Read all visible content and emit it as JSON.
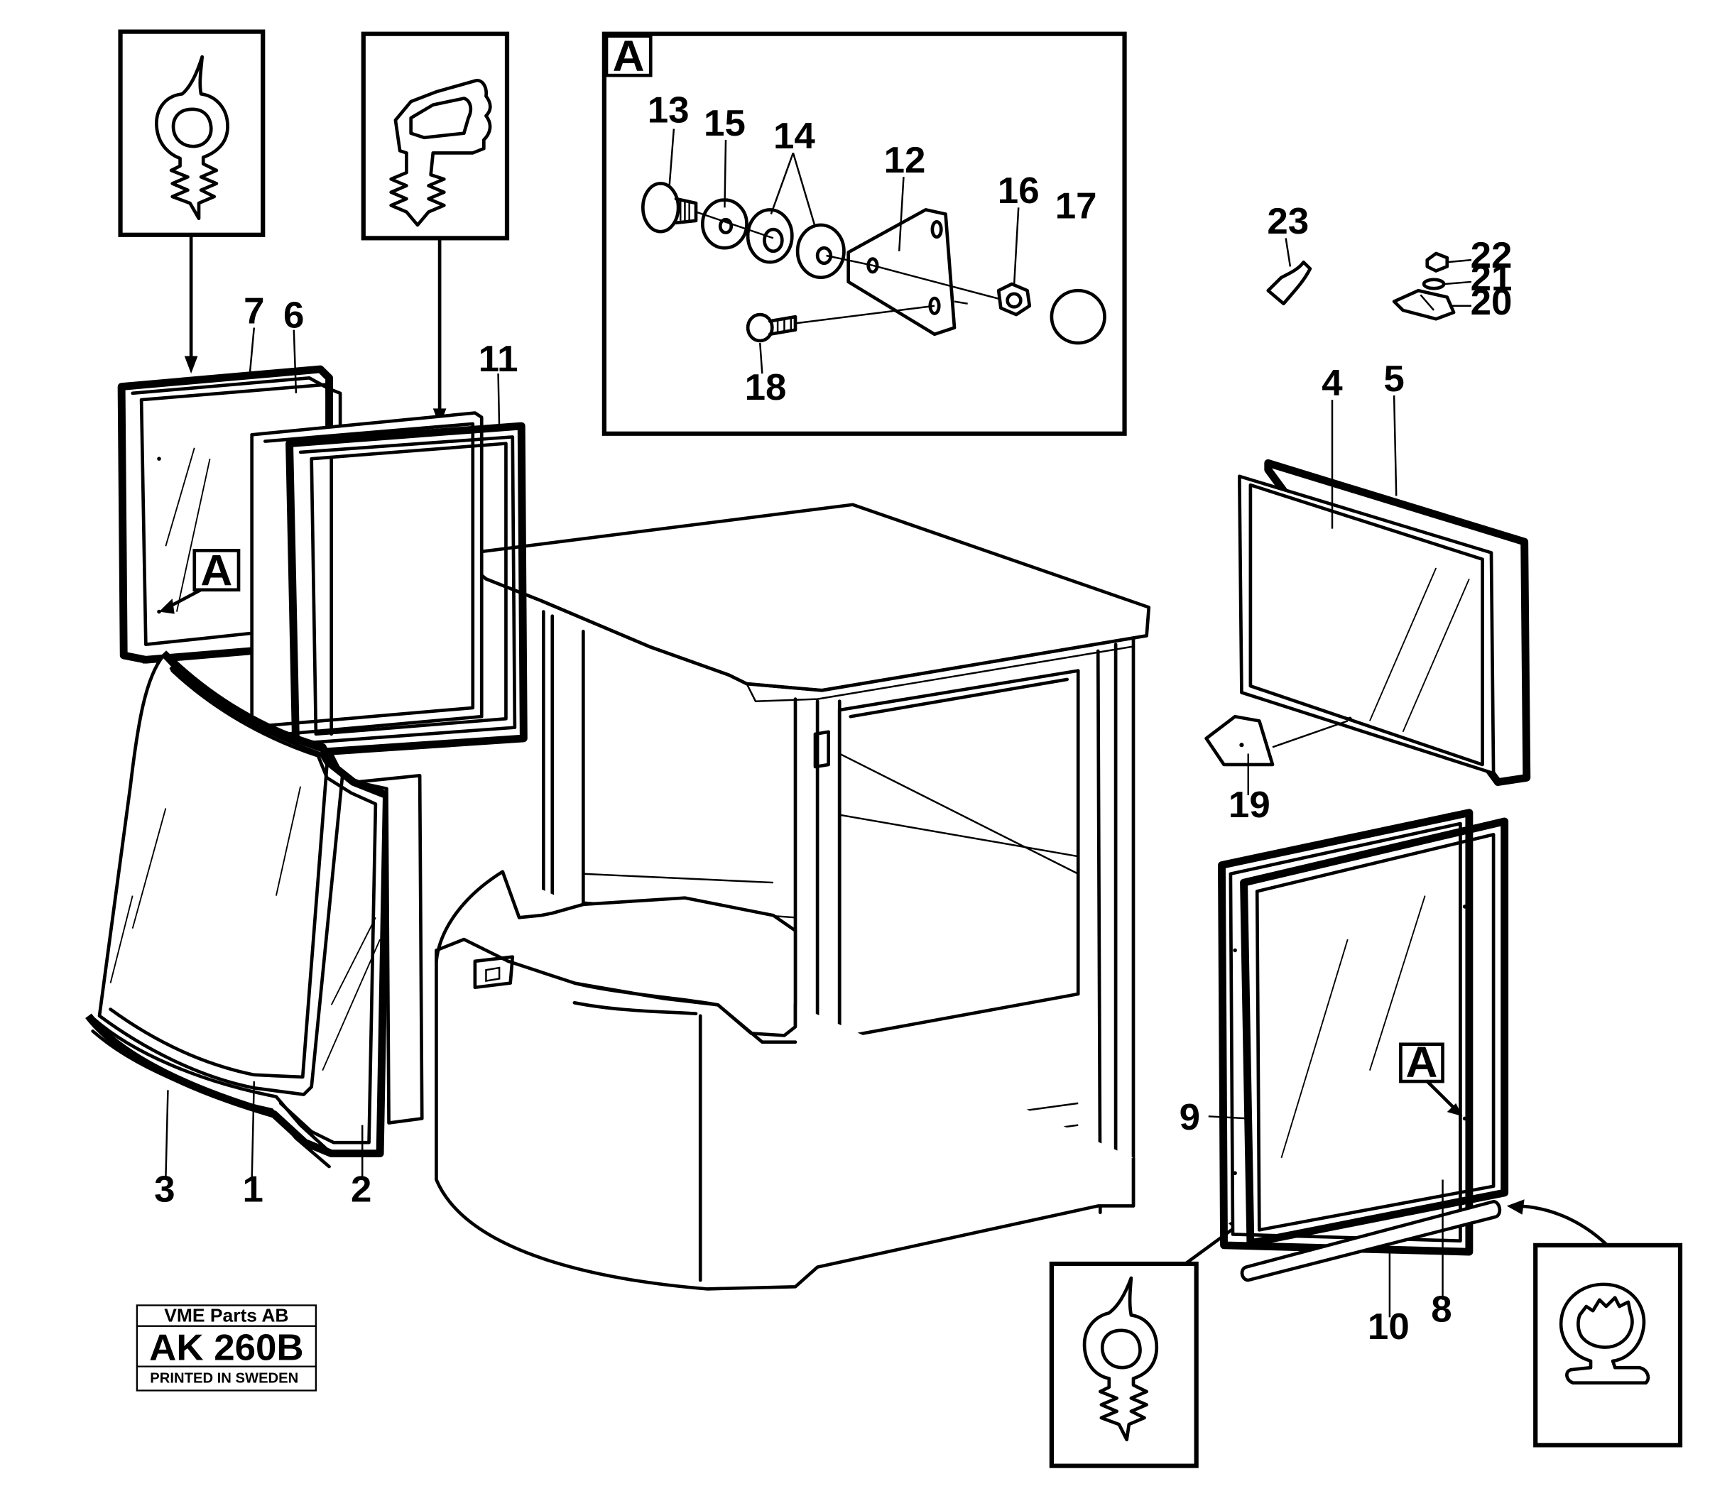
{
  "stamp": {
    "company": "VME Parts AB",
    "code": "AK 260B",
    "printed": "PRINTED IN SWEDEN"
  },
  "detail_letter": "A",
  "part_numbers": [
    "1",
    "2",
    "3",
    "4",
    "5",
    "6",
    "7",
    "8",
    "9",
    "10",
    "11",
    "12",
    "13",
    "14",
    "15",
    "16",
    "17",
    "18",
    "19",
    "20",
    "21",
    "22",
    "23"
  ]
}
